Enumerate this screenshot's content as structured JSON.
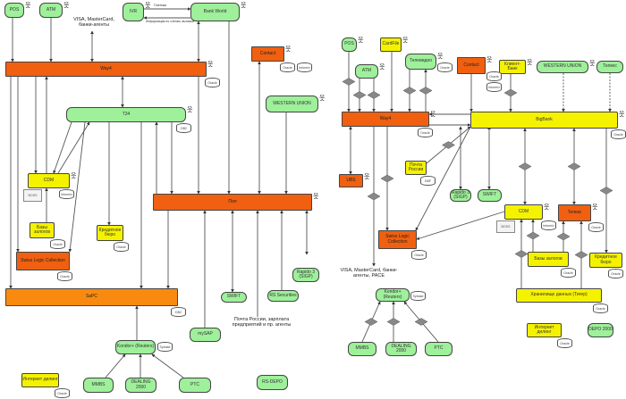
{
  "left": {
    "nodes": {
      "pos": "POS",
      "atm": "ATM",
      "ivr": "IVR",
      "bankworld": "Bank World",
      "way4": "Way4",
      "contact": "Contact",
      "t34": "T34",
      "wu": "WESTERN UNION",
      "cdm": "CDM",
      "zalogi": "Базы залогов",
      "kredit": "Кредитное бюро",
      "swiss": "Swiss Logic Collection",
      "pol": "Пол",
      "sapc": "SaPC",
      "rapido": "Rapido 3 (SIGP)",
      "swift": "SWIFT",
      "rssec": "RS Securities",
      "mysap": "mySAP",
      "kondor": "Kondor+ (Reuters)",
      "mmbs": "MMBS",
      "dealing": "DEALING 2000",
      "ptc": "PTC",
      "inet": "Интернет дилинг",
      "rsdepo": "RS-DEPO"
    },
    "texts": {
      "visa": "VISA, MasterCard, банки-агенты",
      "pochta": "Почта России, зарплата предприятий и пр. агенты"
    },
    "edge_labels": {
      "ivr_pay": "Платежи",
      "ivr_info": "Информация по счетам, выписки"
    },
    "databases": {
      "way4_db": "Oracle",
      "contact_db1": "Oracle",
      "contact_db2": "Informix",
      "t34_db": "DB2",
      "cdm_box": "BOSS",
      "cdm_db": "Informix",
      "zalogi_db": "Oracle",
      "kredit_db": "Oracle",
      "swiss_db": "Oracle",
      "sapc_db": "DB2",
      "kondor_db": "Sybase",
      "inet_db": "Oracle"
    }
  },
  "right": {
    "nodes": {
      "pos": "POS",
      "cardfile": "CardFile",
      "atm": "ATM",
      "tele": "Телевидео",
      "contact": "Contact",
      "klient": "Клиент-Банк",
      "wu": "WESTERN UNION",
      "telex": "Телекс",
      "way4": "Way4",
      "bigbank": "BigBank",
      "ubs": "UBS",
      "pochta": "Почта России",
      "rapido": "Rapido 3 (SIGP)",
      "swift": "SWIFT",
      "cdm": "CDM",
      "telex2": "Телекс",
      "swiss": "Swiss Logic Collection",
      "zalogi": "Базы залогов",
      "kredit": "Кредитное бюро",
      "dwh": "Хранилище данных (Тигер)",
      "kondor": "Kondor+ (Reuters)",
      "mmbs": "MMBS",
      "dealing": "DEALING 2000",
      "ptc": "PTC",
      "inet": "Интернет дилинг",
      "depo": "DEPO 2000"
    },
    "texts": {
      "visa": "VISA, MasterCard, банки-агенты, PACE"
    },
    "databases": {
      "tele_db": "Oracle",
      "contact_db1": "Oracle",
      "contact_db2": "Informix",
      "way4_db": "Oracle",
      "bigbank_db": "Oracle",
      "pochta_db": "DBF",
      "cdm_box": "BOSS",
      "cdm_db": "Informix",
      "telex2_db": "Oracle",
      "swiss_db": "Oracle",
      "zalogi_db": "Oracle",
      "kredit_db": "Oracle",
      "dwh_db": "Oracle",
      "kondor_db": "Sybase",
      "inet_db": "Oracle"
    }
  },
  "colors": {
    "system_green": "#9ef09a",
    "system_yellow": "#f5f200",
    "system_orange": "#f06010",
    "sapc_orange": "#f98a10",
    "connector": "#555555"
  }
}
